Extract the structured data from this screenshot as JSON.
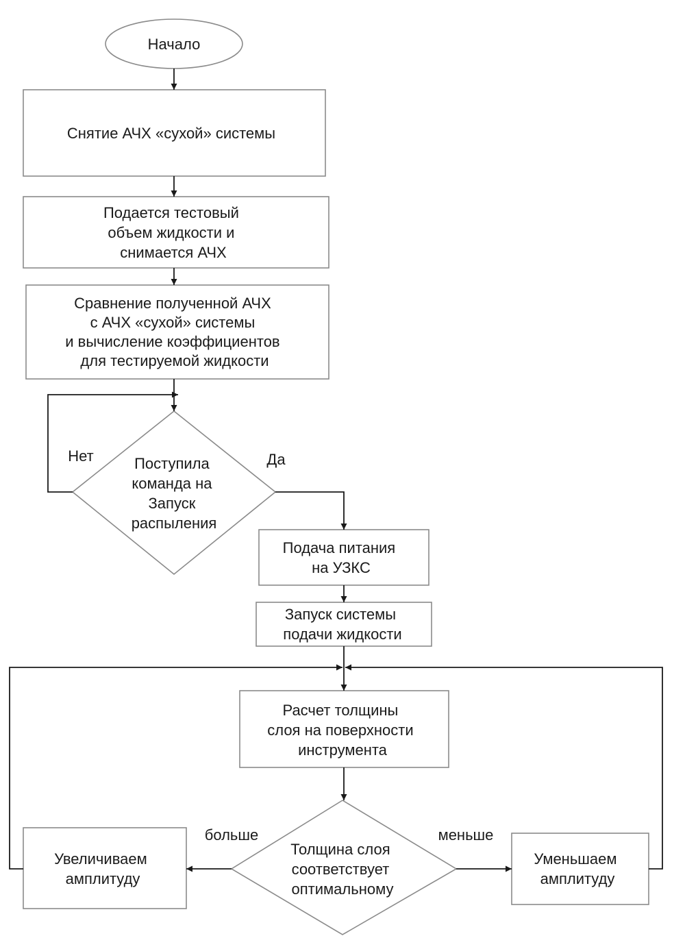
{
  "diagram": {
    "start": "Начало",
    "step_dry_afc": "Снятие АЧХ  «сухой» системы",
    "step_test_volume": [
      "Подается тестовый",
      "объем жидкости и",
      "снимается АЧХ"
    ],
    "step_compare": [
      "Сравнение полученной АЧХ",
      "с АЧХ «сухой» системы",
      "и вычисление коэффициентов",
      "для тестируемой жидкости"
    ],
    "decision_spray": [
      "Поступила",
      "команда на",
      "Запуск",
      "распыления"
    ],
    "label_no": "Нет",
    "label_yes": "Да",
    "step_power": [
      "Подача питания",
      "на УЗКС"
    ],
    "step_liquid_supply": [
      "Запуск системы",
      "подачи жидкости"
    ],
    "step_calc_thickness": [
      "Расчет толщины",
      "слоя на поверхности",
      "инструмента"
    ],
    "decision_thickness": [
      "Толщина слоя",
      "соответствует",
      "оптимальному"
    ],
    "label_more": "больше",
    "label_less": "меньше",
    "step_increase": [
      "Увеличиваем",
      "амплитуду"
    ],
    "step_decrease": [
      "Уменьшаем",
      "амплитуду"
    ]
  }
}
